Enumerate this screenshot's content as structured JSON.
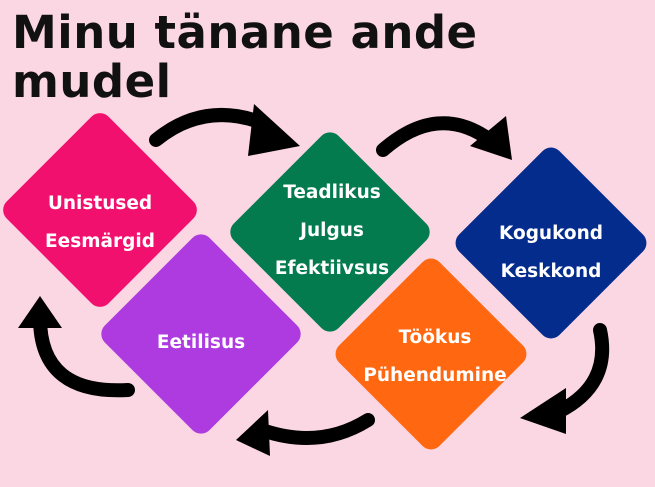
{
  "title": {
    "line1": "Minu tänane ande",
    "line2": "mudel"
  },
  "shapes": {
    "unistused": {
      "lines": [
        "Unistused",
        "Eesmärgid"
      ],
      "color": "#f2106e"
    },
    "teadlikus": {
      "lines": [
        "Teadlikus",
        "Julgus",
        "Efektiivsus"
      ],
      "color": "#037b4f"
    },
    "kogukond": {
      "lines": [
        "Kogukond",
        "Keskkond"
      ],
      "color": "#042c8d"
    },
    "eetilisus": {
      "lines": [
        "Eetilisus"
      ],
      "color": "#ad3be0"
    },
    "tookus": {
      "lines": [
        "Töökus",
        "Pühendumine"
      ],
      "color": "#ff6711"
    }
  },
  "arrow_color": "#000000"
}
